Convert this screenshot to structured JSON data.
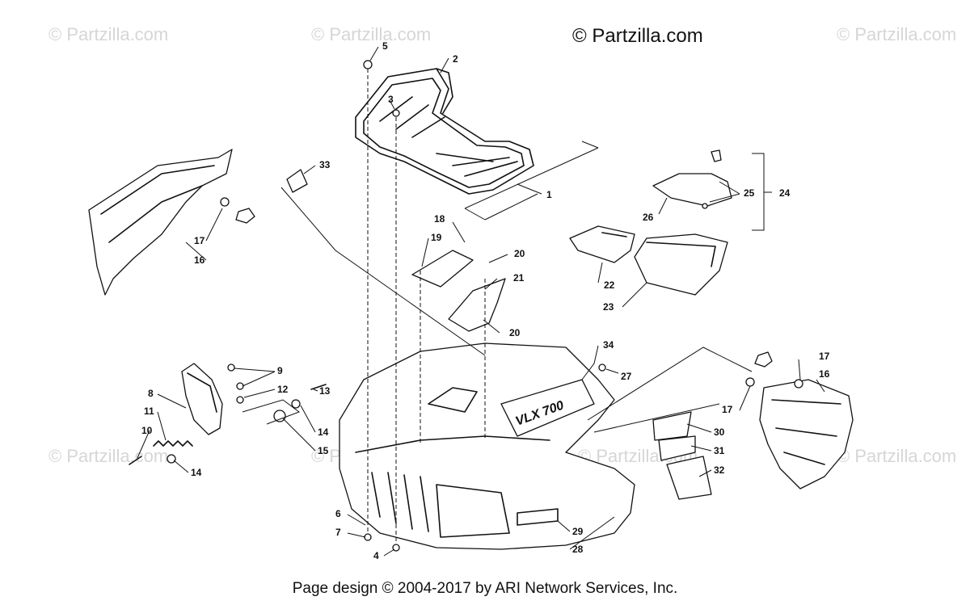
{
  "watermark": {
    "text": "© Partzilla.com",
    "main_text": "© Partzilla.com"
  },
  "callouts": {
    "c1": "1",
    "c2": "2",
    "c3": "3",
    "c4": "4",
    "c5": "5",
    "c6": "6",
    "c7": "7",
    "c8": "8",
    "c9": "9",
    "c10": "10",
    "c11": "11",
    "c12": "12",
    "c13": "13",
    "c14a": "14",
    "c14b": "14",
    "c15": "15",
    "c16a": "16",
    "c16b": "16",
    "c17a": "17",
    "c17b": "17",
    "c17c": "17",
    "c18": "18",
    "c19": "19",
    "c20a": "20",
    "c20b": "20",
    "c21": "21",
    "c22": "22",
    "c23": "23",
    "c24": "24",
    "c25": "25",
    "c26": "26",
    "c27": "27",
    "c28": "28",
    "c29": "29",
    "c30": "30",
    "c31": "31",
    "c32": "32",
    "c33": "33",
    "c34": "34"
  },
  "decal_text": "VLX 700",
  "footer": {
    "text": "Page design © 2004-2017 by ARI Network Services, Inc."
  }
}
